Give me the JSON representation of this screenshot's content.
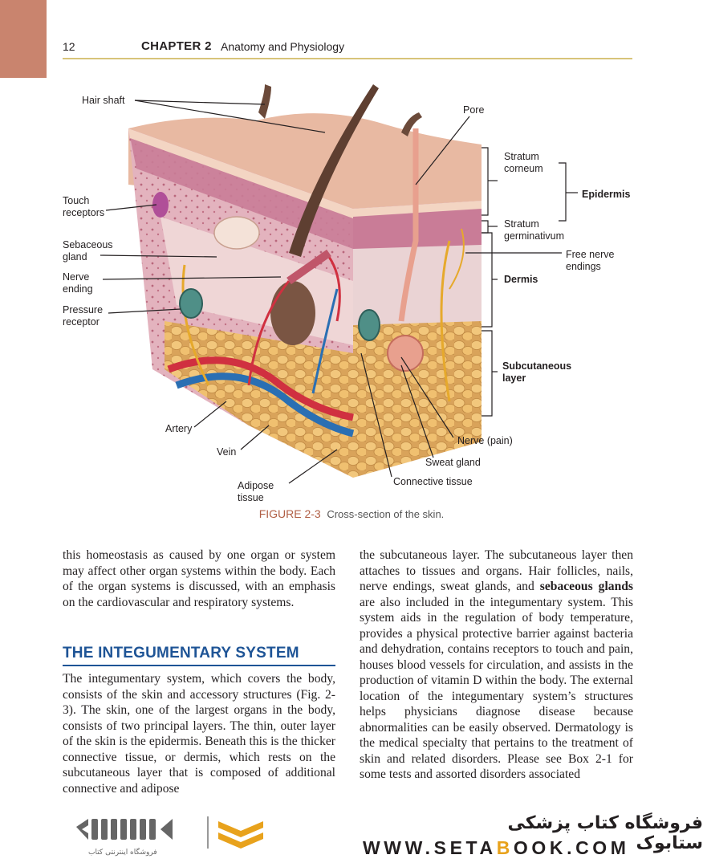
{
  "header": {
    "page_number": "12",
    "chapter": "CHAPTER 2",
    "chapter_title": "Anatomy and Physiology"
  },
  "figure": {
    "labels": {
      "hair_shaft": "Hair shaft",
      "pore": "Pore",
      "stratum_corneum": "Stratum corneum",
      "epidermis": "Epidermis",
      "touch_receptors": "Touch receptors",
      "stratum_germinativum": "Stratum germinativum",
      "sebaceous_gland": "Sebaceous gland",
      "free_nerve_endings": "Free nerve endings",
      "nerve_ending": "Nerve ending",
      "dermis": "Dermis",
      "pressure_receptor": "Pressure receptor",
      "subcutaneous_layer": "Subcutaneous layer",
      "artery": "Artery",
      "vein": "Vein",
      "nerve_pain": "Nerve (pain)",
      "sweat_gland": "Sweat gland",
      "connective_tissue": "Connective tissue",
      "adipose_tissue": "Adipose tissue"
    },
    "caption_label": "FIGURE 2-3",
    "caption_text": "Cross-section of the skin."
  },
  "body": {
    "left_para_1": "this homeostasis as caused by one organ or system may affect other organ systems within the body. Each of the organ systems is discussed, with an emphasis on the cardiovascular and respiratory systems.",
    "heading": "THE INTEGUMENTARY SYSTEM",
    "left_para_2": "The integumentary system, which covers the body, consists of the skin and accessory structures (Fig. 2-3). The skin, one of the largest organs in the body, consists of two principal layers. The thin, outer layer of the skin is the epidermis. Beneath this is the thicker connective tissue, or dermis, which rests on the subcutaneous layer that is composed of additional connective and adipose",
    "right_para_a": "the subcutaneous layer. The subcutaneous layer then attaches to tissues and organs. Hair follicles, nails, nerve endings, sweat glands, and ",
    "right_bold": "sebaceous glands",
    "right_para_b": " are also included in the integumentary system. This system aids in the regulation of body temperature, provides a physical protective barrier against bacteria and dehydration, contains receptors to touch and pain, houses blood vessels for circulation, and assists in the production of vitamin D within the body. The external location of the integumentary system’s structures helps physicians diagnose disease because abnormalities can be easily observed. Dermatology is the medical specialty that pertains to the treatment of skin and related disorders. Please see Box 2-1 for some tests and assorted disorders associated"
  },
  "footer": {
    "brand_persian": "فروشگاه کتاب پزشکی ستابوک",
    "logo_subtitle": "فروشگاه اینترنتی کتاب",
    "url_a": "WWW.",
    "url_b": "SETA",
    "url_hl": "B",
    "url_c": "OOK.COM"
  },
  "colors": {
    "accent_blue": "#1e5496",
    "figure_red": "#b05e44",
    "tab": "#c9846e",
    "rule": "#d8c47a",
    "logo_orange": "#e8a21c"
  }
}
